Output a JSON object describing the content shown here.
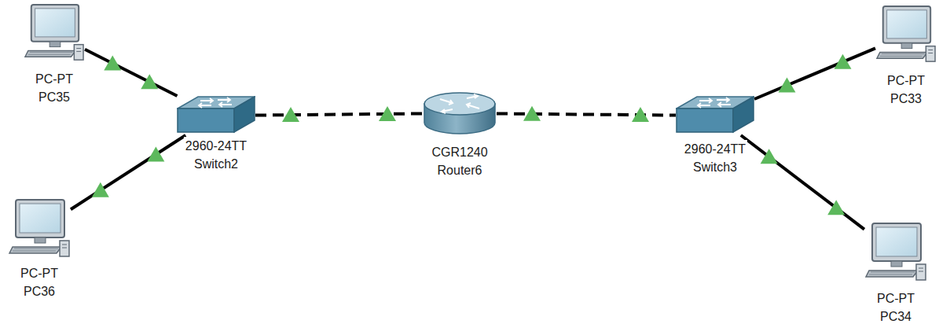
{
  "diagram": {
    "nodes": [
      {
        "text": [
          "PC-PT",
          "PC35"
        ]
      },
      {
        "text": [
          "2960-24TT",
          "Switch2"
        ]
      },
      {
        "text": [
          "CGR1240",
          "Router6"
        ]
      },
      {
        "text": [
          "PC-PT",
          "PC33"
        ]
      },
      {
        "text": [
          "2960-24TT",
          "Switch3"
        ]
      },
      {
        "text": [
          "PC-PT",
          "PC36"
        ]
      },
      {
        "text": [
          "PC-PT",
          "PC34"
        ]
      }
    ],
    "edges": [
      {
        "from": 0,
        "to": 1,
        "arrow": "none"
      },
      {
        "from": 5,
        "to": 1,
        "arrow": "none"
      },
      {
        "from": 1,
        "to": 2,
        "arrow": "none"
      },
      {
        "from": 2,
        "to": 4,
        "arrow": "none"
      },
      {
        "from": 4,
        "to": 3,
        "arrow": "none"
      },
      {
        "from": 4,
        "to": 6,
        "arrow": "none"
      }
    ]
  }
}
